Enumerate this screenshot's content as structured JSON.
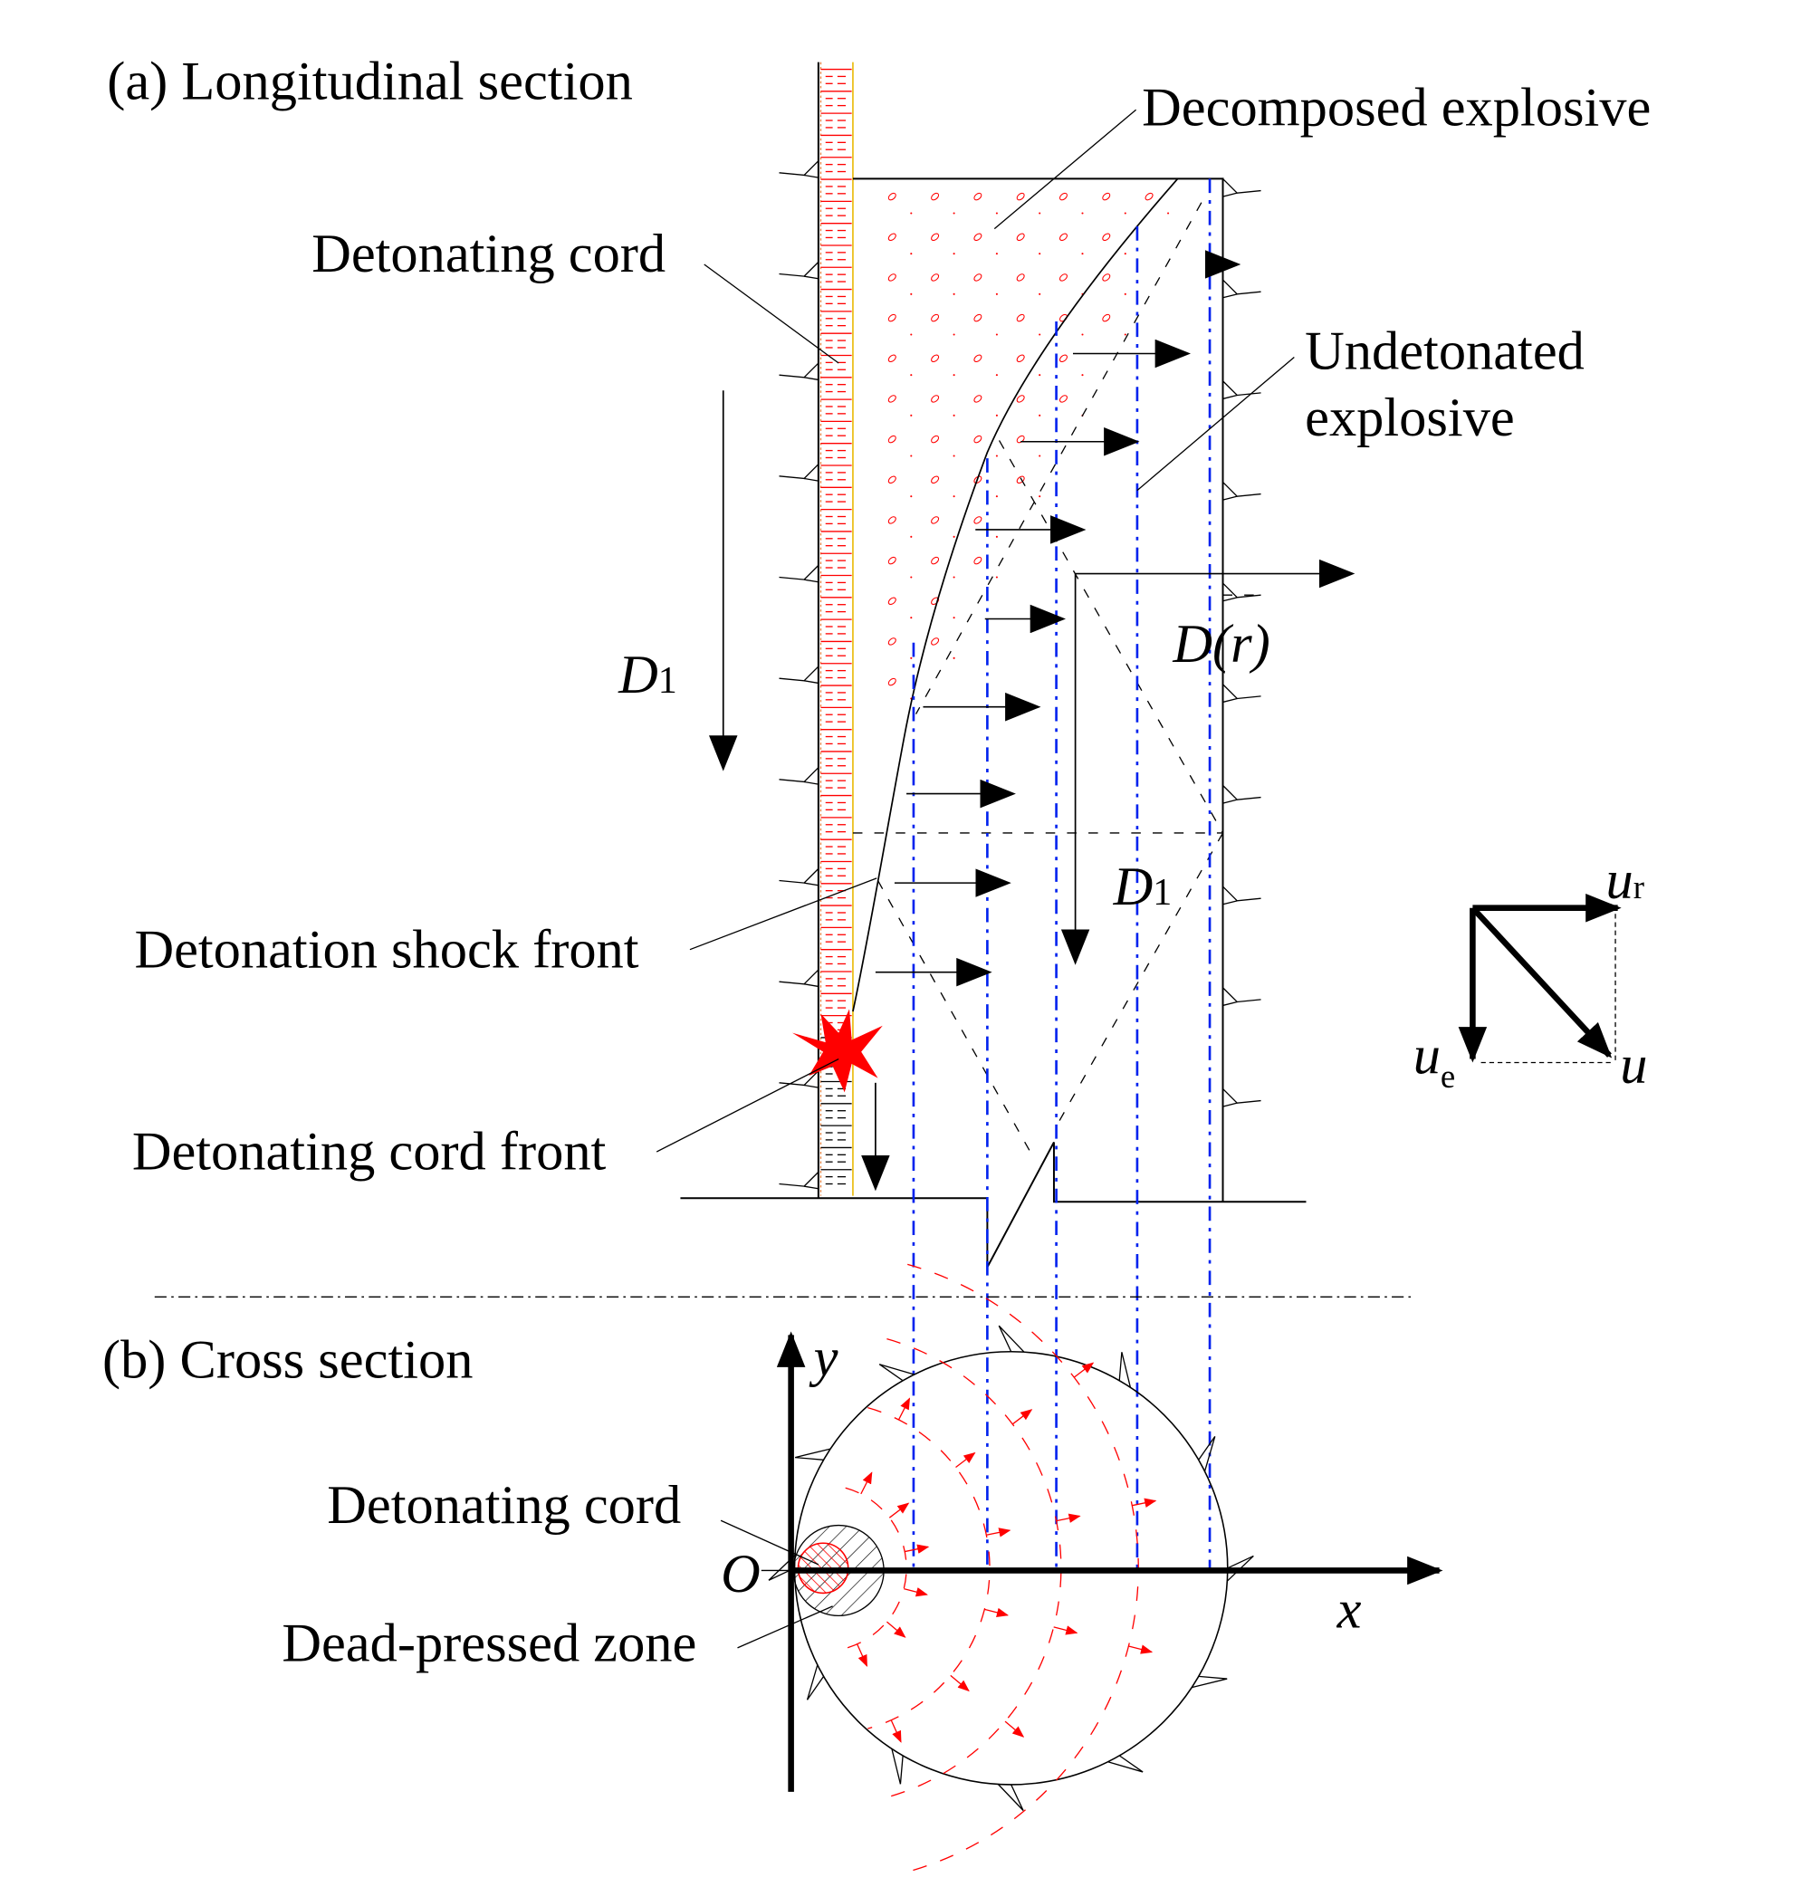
{
  "panel_a": {
    "title": "(a) Longitudinal section",
    "labels": {
      "decomposed": "Decomposed explosive",
      "cord": "Detonating cord",
      "undetonated_1": "Undetonated",
      "undetonated_2": "explosive",
      "shock_front": "Detonation shock front",
      "cord_front": "Detonating cord front",
      "d1_left": "D",
      "d1_left_sub": "1",
      "dr": "D(r)",
      "d1_right": "D",
      "d1_right_sub": "1"
    }
  },
  "vectors": {
    "ur": "u",
    "ur_sub": "r",
    "ue": "u",
    "ue_sub": "e",
    "u": "u"
  },
  "panel_b": {
    "title": "(b) Cross section",
    "labels": {
      "cord": "Detonating cord",
      "dead_zone": "Dead-pressed zone",
      "origin": "O",
      "x_axis": "x",
      "y_axis": "y"
    }
  },
  "colors": {
    "cord_red": "#ff0000",
    "dashdot_blue": "#0022ee",
    "line": "#000000"
  }
}
